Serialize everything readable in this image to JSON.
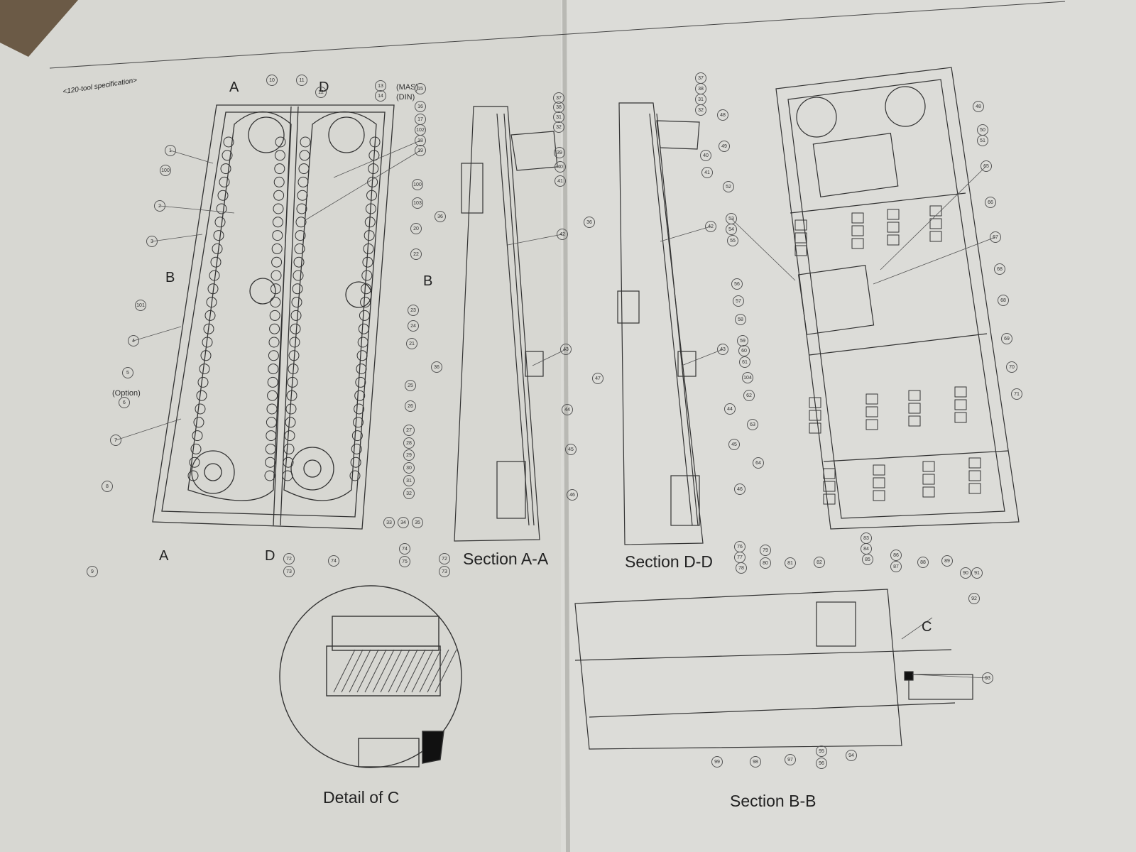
{
  "header": {
    "spec": "<120-tool specification>"
  },
  "titles": {
    "section_aa": "Section A-A",
    "section_dd": "Section D-D",
    "detail_c": "Detail of C",
    "section_bb": "Section B-B"
  },
  "section_letters": [
    "A",
    "D",
    "B",
    "B",
    "A",
    "D",
    "C"
  ],
  "callouts": {
    "left_col": [
      "1",
      "100",
      "2",
      "3",
      "101",
      "4",
      "5",
      "6",
      "7",
      "8",
      "9"
    ],
    "top_row": [
      "10",
      "11",
      "12",
      "13",
      "14",
      "15"
    ],
    "right_col": [
      "16",
      "17",
      "102",
      "18",
      "19",
      "100",
      "103",
      "20",
      "22",
      "23",
      "24",
      "21",
      "25",
      "26",
      "27",
      "28",
      "29",
      "30",
      "31",
      "32",
      "33",
      "34",
      "35"
    ],
    "sec_aa": [
      "37",
      "38",
      "31",
      "32",
      "39",
      "40",
      "41",
      "36",
      "42",
      "36",
      "43",
      "44",
      "45",
      "46"
    ],
    "sec_dd": [
      "37",
      "38",
      "31",
      "32",
      "40",
      "41",
      "36",
      "42",
      "47",
      "43",
      "44",
      "45",
      "46"
    ],
    "plan": [
      "48",
      "49",
      "52",
      "53",
      "54",
      "55",
      "56",
      "57",
      "58",
      "59",
      "60",
      "61",
      "104",
      "62",
      "63",
      "64",
      "48",
      "50",
      "51",
      "65",
      "66",
      "67",
      "68",
      "68",
      "69",
      "70",
      "71"
    ],
    "detail_c": [
      "72",
      "73",
      "74",
      "74",
      "75",
      "72",
      "73"
    ],
    "sec_bb": [
      "76",
      "77",
      "78",
      "79",
      "80",
      "81",
      "82",
      "83",
      "84",
      "85",
      "86",
      "87",
      "88",
      "89",
      "90",
      "91",
      "92",
      "93",
      "94",
      "95",
      "96",
      "97",
      "98",
      "99"
    ]
  },
  "extra_labels": {
    "mas": "(MAS)",
    "din": "(DIN)",
    "option": "(Option)"
  }
}
